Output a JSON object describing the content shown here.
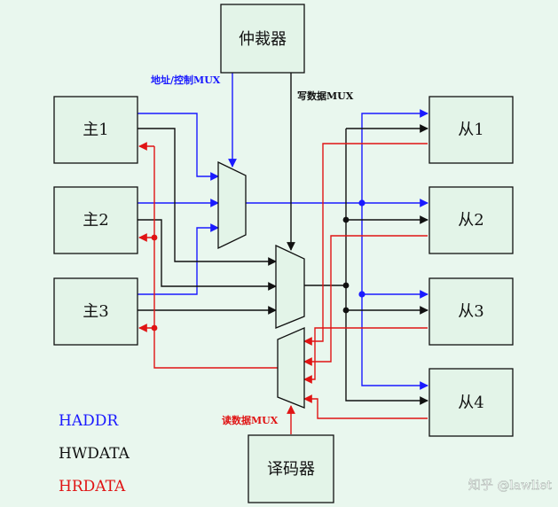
{
  "colors": {
    "background": "#e9f7ee",
    "box_fill": "#e3f4e8",
    "stroke": "#111111",
    "haddr": "#1a1aff",
    "hwdata": "#111111",
    "hrdata": "#e01414"
  },
  "blocks": {
    "arbiter": "仲裁器",
    "decoder": "译码器",
    "masters": [
      "主1",
      "主2",
      "主3"
    ],
    "slaves": [
      "从1",
      "从2",
      "从3",
      "从4"
    ]
  },
  "mux_labels": {
    "addr_ctrl": "地址/控制MUX",
    "write_data": "写数据MUX",
    "read_data": "读数据MUX"
  },
  "legend": [
    {
      "label": "HADDR",
      "color": "#1a1aff"
    },
    {
      "label": "HWDATA",
      "color": "#111111"
    },
    {
      "label": "HRDATA",
      "color": "#e01414"
    }
  ],
  "watermark": "知乎 @lawliet"
}
